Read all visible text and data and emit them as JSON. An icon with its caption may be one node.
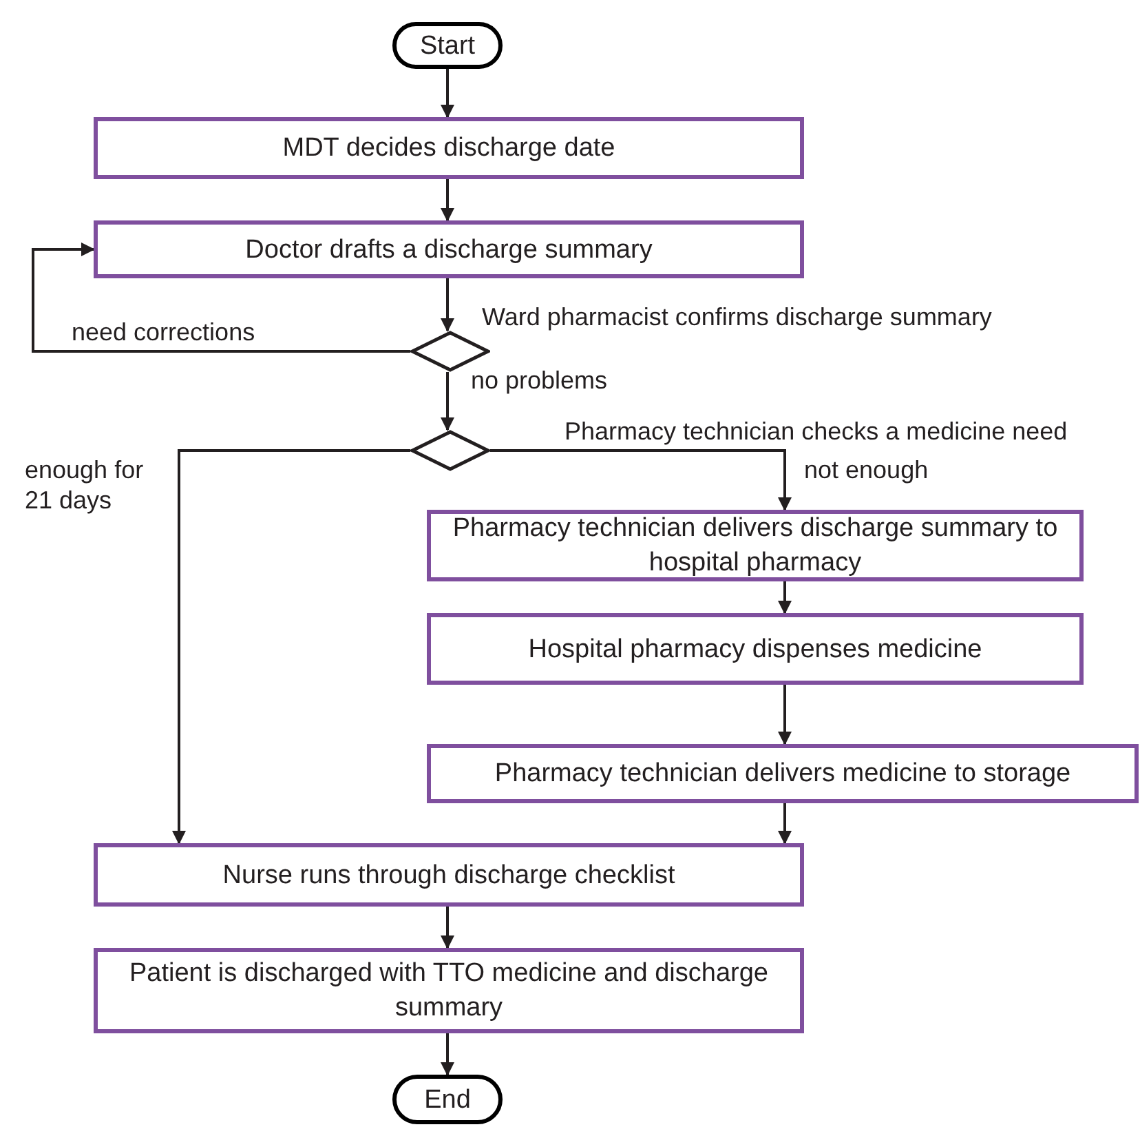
{
  "diagram": {
    "nodes": [
      {
        "text": [
          "Start"
        ]
      },
      {
        "text": [
          "MDT decides discharge date"
        ]
      },
      {
        "text": [
          "Doctor drafts a discharge summary"
        ]
      },
      {
        "text": [],
        "shape": "diamond",
        "beside": [
          "Ward pharmacist confirms discharge summary"
        ]
      },
      {
        "text": [],
        "shape": "diamond",
        "beside": [
          "Pharmacy technician checks a medicine need"
        ]
      },
      {
        "text": [
          "Pharmacy technician delivers discharge summary to hospital pharmacy"
        ]
      },
      {
        "text": [
          "Hospital pharmacy dispenses medicine"
        ]
      },
      {
        "text": [
          "Pharmacy technician delivers medicine to storage"
        ]
      },
      {
        "text": [
          "Nurse runs through discharge checklist"
        ]
      },
      {
        "text": [
          "Patient is discharged with TTO medicine and discharge summary"
        ]
      },
      {
        "text": [
          "End"
        ]
      }
    ],
    "edges": [
      {
        "from": 0,
        "to": 1,
        "arrow": "to"
      },
      {
        "from": 1,
        "to": 2,
        "arrow": "to"
      },
      {
        "from": 2,
        "to": 3,
        "arrow": "to"
      },
      {
        "from": 3,
        "to": 2,
        "arrow": "to",
        "label": "need corrections"
      },
      {
        "from": 3,
        "to": 4,
        "arrow": "to",
        "label": "no problems"
      },
      {
        "from": 4,
        "to": 5,
        "arrow": "to",
        "label": "not enough"
      },
      {
        "from": 4,
        "to": 8,
        "arrow": "to",
        "label": "enough for 21 days"
      },
      {
        "from": 5,
        "to": 6,
        "arrow": "to"
      },
      {
        "from": 6,
        "to": 7,
        "arrow": "to"
      },
      {
        "from": 7,
        "to": 8,
        "arrow": "to"
      },
      {
        "from": 8,
        "to": 9,
        "arrow": "to"
      },
      {
        "from": 9,
        "to": 10,
        "arrow": "to"
      }
    ]
  }
}
